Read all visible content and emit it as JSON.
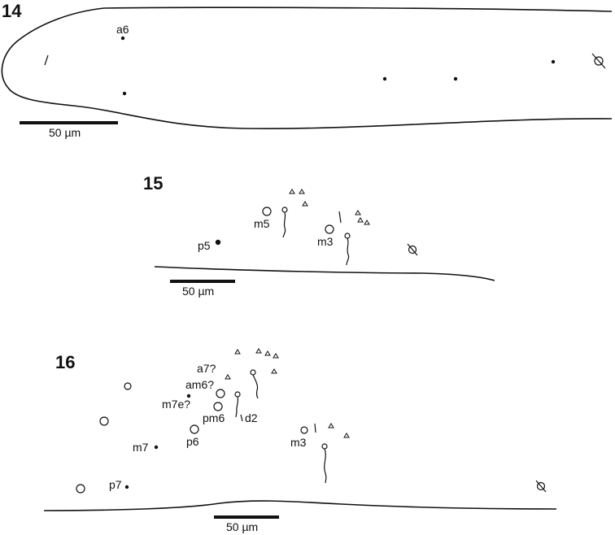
{
  "figures": [
    {
      "number": "14",
      "labels": {
        "a6": "a6"
      },
      "scale_label": "50 µm"
    },
    {
      "number": "15",
      "labels": {
        "m5": "m5",
        "m3": "m3",
        "p5": "p5"
      },
      "scale_label": "50 µm"
    },
    {
      "number": "16",
      "labels": {
        "a7": "a7?",
        "am6": "am6?",
        "m7e": "m7e?",
        "pm6": "pm6",
        "d2": "d2",
        "p6": "p6",
        "m7": "m7",
        "m3": "m3",
        "p7": "p7"
      },
      "scale_label": "50 µm"
    }
  ]
}
